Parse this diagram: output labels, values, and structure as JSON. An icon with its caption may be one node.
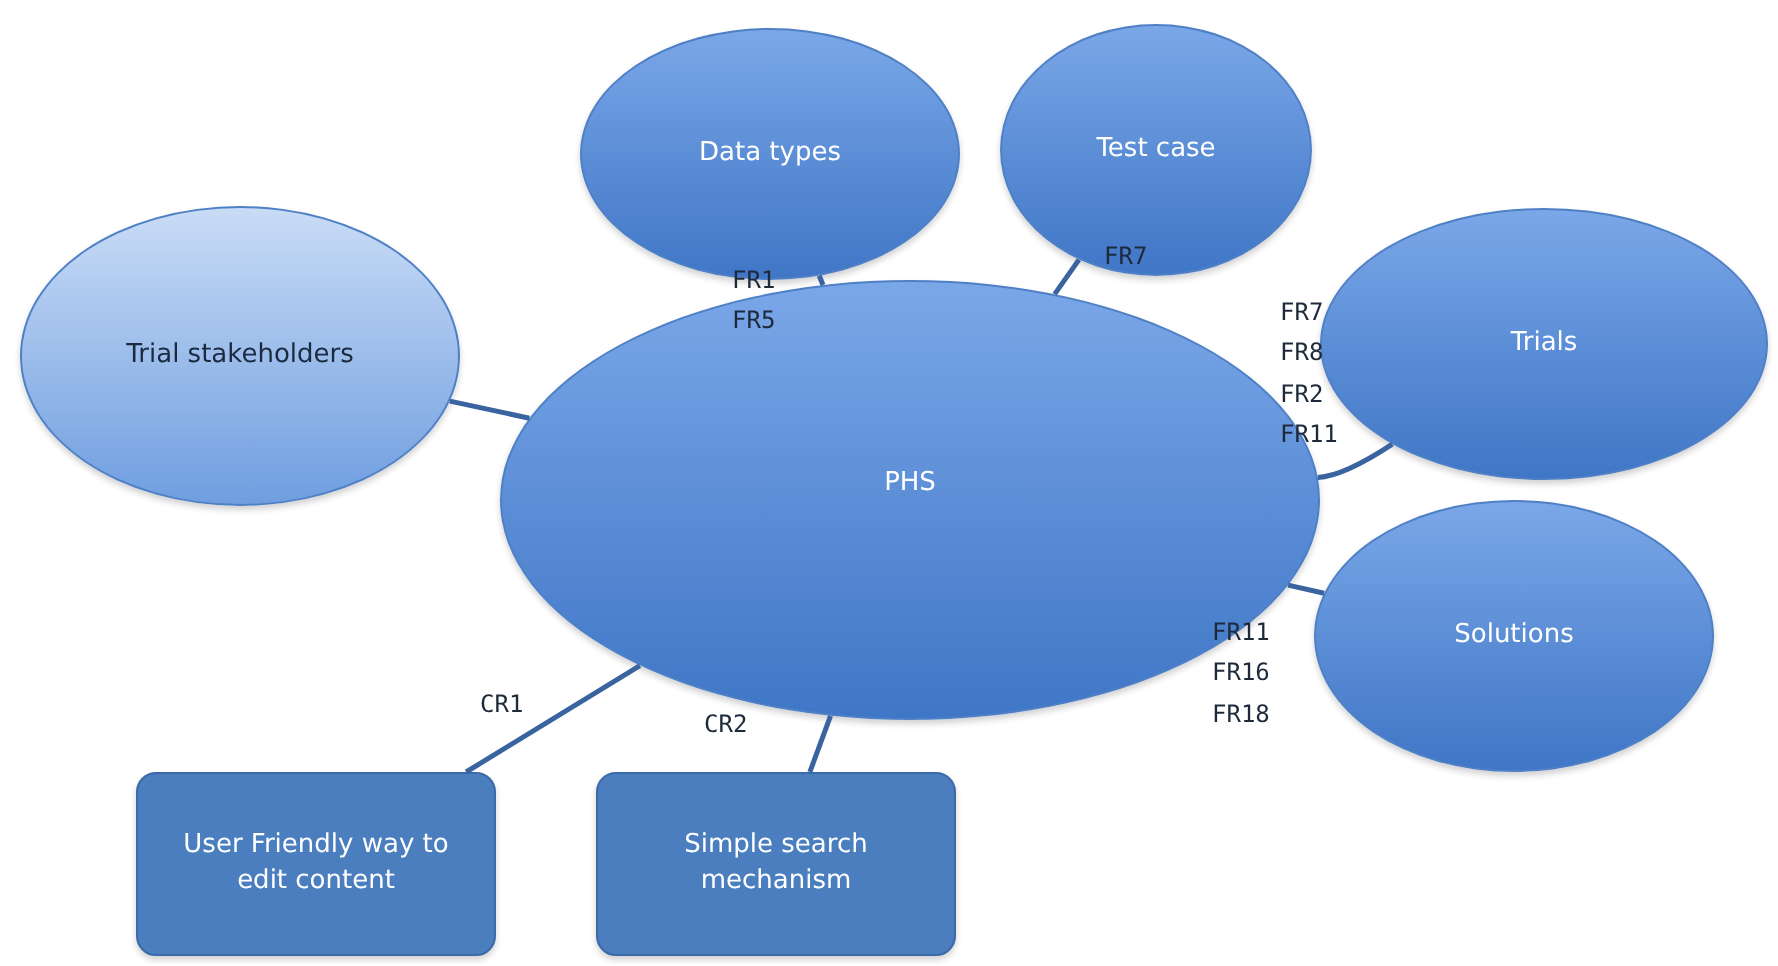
{
  "diagram": {
    "nodes": [
      {
        "text": [
          "Data types"
        ]
      },
      {
        "text": [
          "Test case"
        ]
      },
      {
        "text": [
          "Trial stakeholders"
        ]
      },
      {
        "text": [
          "Trials"
        ]
      },
      {
        "text": [
          "PHS"
        ]
      },
      {
        "text": [
          "Solutions"
        ]
      },
      {
        "text": [
          "User Friendly way to edit content"
        ]
      },
      {
        "text": [
          "Simple search mechanism"
        ]
      }
    ],
    "edges": [
      {
        "from": 4,
        "to": 0,
        "arrow": "none",
        "label": "FR1 FR5"
      },
      {
        "from": 4,
        "to": 1,
        "arrow": "none",
        "label": "FR7"
      },
      {
        "from": 2,
        "to": 4,
        "arrow": "none"
      },
      {
        "from": 4,
        "to": 3,
        "arrow": "none",
        "label": "FR7 FR8 FR2 FR11"
      },
      {
        "from": 4,
        "to": 5,
        "arrow": "none",
        "label": "FR11 FR16 FR18"
      },
      {
        "from": 4,
        "to": 6,
        "arrow": "none",
        "label": "CR1"
      },
      {
        "from": 4,
        "to": 7,
        "arrow": "none",
        "label": "CR2"
      }
    ]
  }
}
